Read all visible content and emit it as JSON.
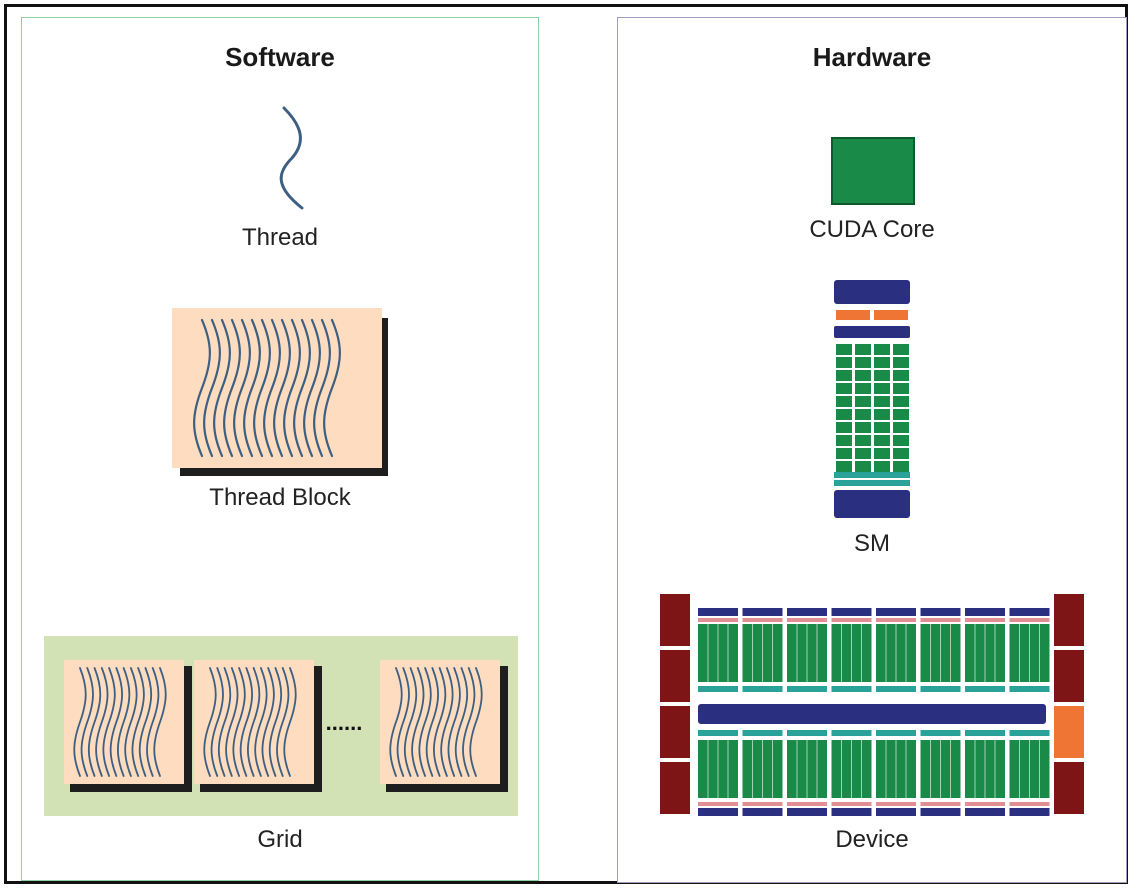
{
  "software": {
    "heading": "Software",
    "thread_label": "Thread",
    "block_label": "Thread Block",
    "grid_label": "Grid",
    "grid_ellipsis": "......"
  },
  "hardware": {
    "heading": "Hardware",
    "core_label": "CUDA Core",
    "sm_label": "SM",
    "device_label": "Device"
  },
  "colors": {
    "thread": "#3d5f82",
    "block_bg": "#fddcc0",
    "block_shadow": "#1e1e1e",
    "grid_bg": "#d2e2b4",
    "core": "#1a8a48",
    "navy": "#2b2f80",
    "orange": "#ef7535",
    "teal": "#29a39a",
    "maroon": "#7d1416",
    "pink": "#e18f93"
  },
  "icons": [
    "thread-icon",
    "thread-block-icon",
    "grid-icon",
    "cuda-core-icon",
    "sm-icon",
    "device-icon"
  ]
}
